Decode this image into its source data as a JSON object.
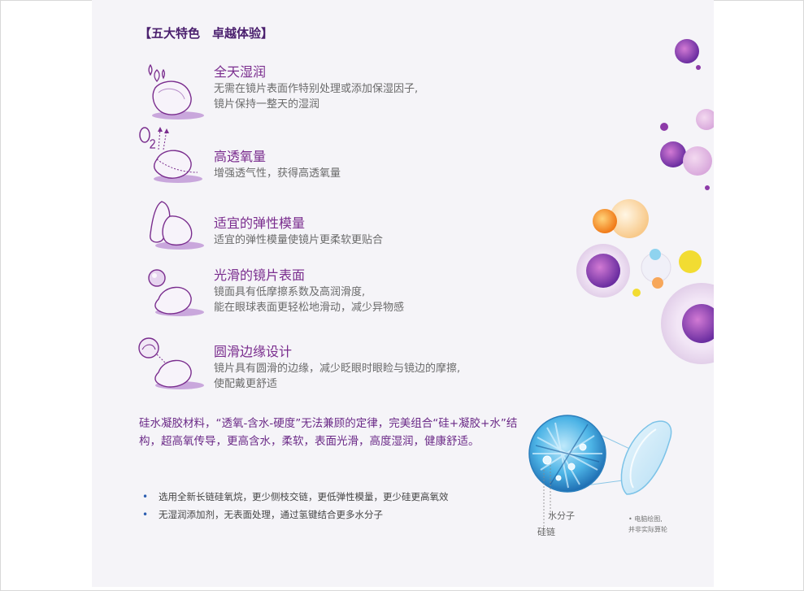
{
  "section_title": "【五大特色　卓越体验】",
  "features": [
    {
      "title": "全天湿润",
      "lines": [
        "无需在镜片表面作特别处理或添加保湿因子,",
        "镜片保持一整天的湿润"
      ],
      "icon": "droplets-lens-icon"
    },
    {
      "title": "高透氧量",
      "lines": [
        "增强透气性，获得高透氧量"
      ],
      "icon": "oxygen-lens-icon"
    },
    {
      "title": "适宜的弹性模量",
      "lines": [
        "适宜的弹性模量使镜片更柔软更贴合"
      ],
      "icon": "flexible-lens-icon"
    },
    {
      "title": "光滑的镜片表面",
      "lines": [
        "镜面具有低摩擦系数及高润滑度,",
        "能在眼球表面更轻松地滑动，减少异物感"
      ],
      "icon": "smooth-lens-icon"
    },
    {
      "title": "圆滑边缘设计",
      "lines": [
        "镜片具有圆滑的边缘，减少眨眼时眼睑与镜边的摩擦,",
        "使配戴更舒适"
      ],
      "icon": "edge-magnifier-lens-icon"
    }
  ],
  "intro": "硅水凝胶材料，“透氧-含水-硬度”无法兼顾的定律，完美组合“硅+凝胶+水”结构，超高氧传导，更高含水，柔软，表面光滑，高度湿润，健康舒适。",
  "bullets": [
    "选用全新长链硅氧烷，更少侧枝交链，更低弹性模量，更少硅更高氧效",
    "无湿润添加剂，无表面处理，通过氢键结合更多水分子"
  ],
  "diagram": {
    "water_label": "水分子",
    "silicone_label": "硅链",
    "note_lines": [
      "• 电脑绘图,",
      "并非实际算轮"
    ]
  },
  "colors": {
    "accent": "#7a2d8e",
    "panel_bg": "#f5f4f8",
    "bullet_dot": "#2a5db0"
  }
}
